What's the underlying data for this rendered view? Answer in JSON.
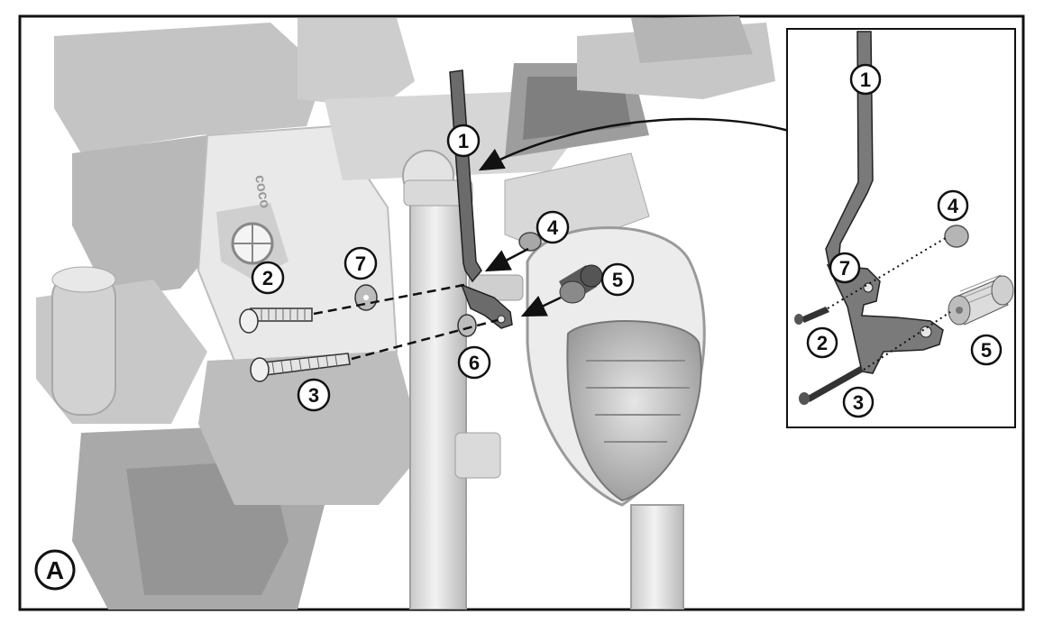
{
  "panel_label": "A",
  "callouts": {
    "main": {
      "c1": "1",
      "c2": "2",
      "c3": "3",
      "c4": "4",
      "c5": "5",
      "c6": "6",
      "c7": "7"
    },
    "inset": {
      "c1": "1",
      "c2": "2",
      "c3": "3",
      "c4": "4",
      "c5": "5",
      "c7": "7"
    }
  },
  "logo_text": "coco"
}
